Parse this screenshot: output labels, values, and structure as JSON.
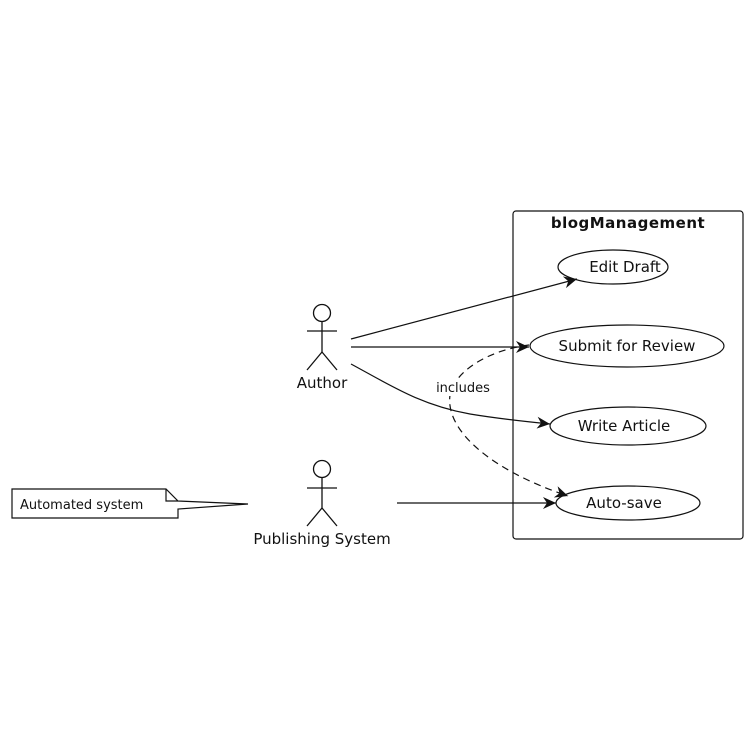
{
  "diagram": {
    "type": "use-case",
    "system": {
      "name": "blogManagement"
    },
    "actors": [
      {
        "id": "author",
        "label": "Author"
      },
      {
        "id": "publishing_system",
        "label": "Publishing System"
      }
    ],
    "use_cases": [
      {
        "id": "edit_draft",
        "label": "Edit Draft"
      },
      {
        "id": "submit_review",
        "label": "Submit for Review"
      },
      {
        "id": "write_article",
        "label": "Write Article"
      },
      {
        "id": "auto_save",
        "label": "Auto-save"
      }
    ],
    "relations": [
      {
        "from": "author",
        "to": "edit_draft",
        "style": "solid"
      },
      {
        "from": "author",
        "to": "submit_review",
        "style": "solid"
      },
      {
        "from": "author",
        "to": "write_article",
        "style": "solid"
      },
      {
        "from": "publishing_system",
        "to": "auto_save",
        "style": "solid"
      },
      {
        "from": "submit_review",
        "to": "auto_save",
        "style": "dashed",
        "label": "includes"
      }
    ],
    "note": {
      "text": "Automated system",
      "attached_to": "publishing_system"
    }
  }
}
